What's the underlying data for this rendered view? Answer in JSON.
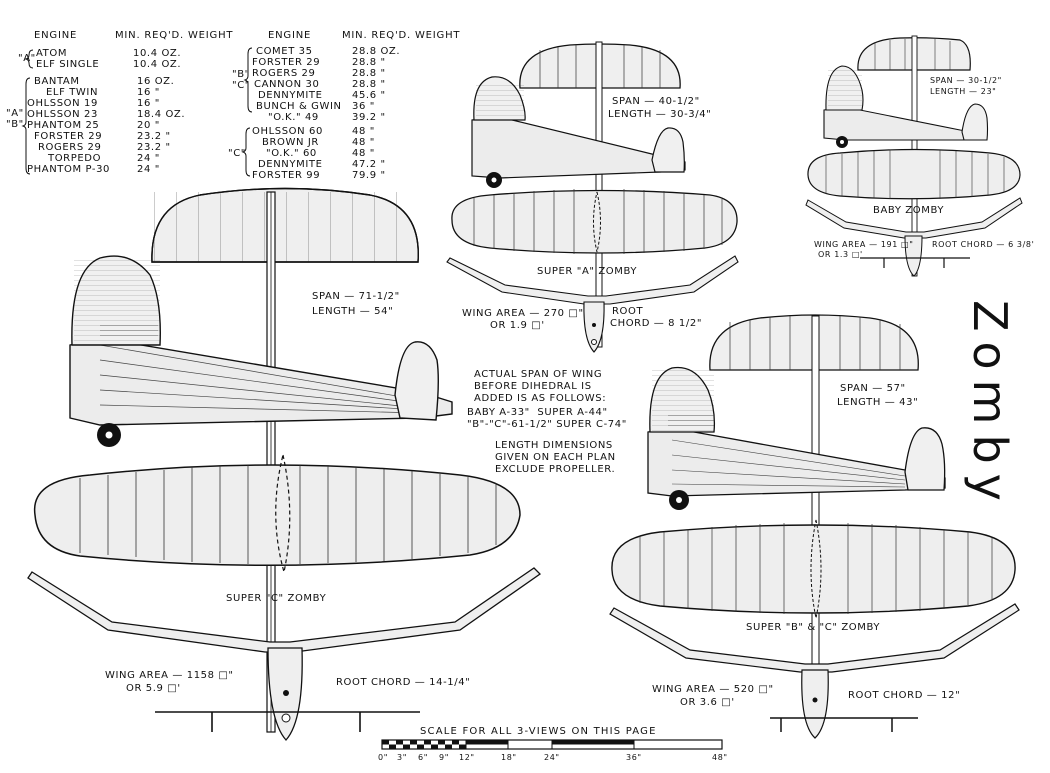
{
  "title": "Zomby",
  "engine_table": {
    "left": {
      "header_engine": "ENGINE",
      "header_req": "MIN. REQ'D. WEIGHT",
      "group_a_label": "\"A\"",
      "group_a": [
        {
          "engine": "ATOM",
          "weight": "10.4 OZ."
        },
        {
          "engine": "ELF SINGLE",
          "weight": "10.4 OZ."
        }
      ],
      "group_ab_label_1": "\"A\"",
      "group_ab_label_2": "\"B\"",
      "group_ab": [
        {
          "engine": "BANTAM",
          "weight": "16 OZ."
        },
        {
          "engine": "ELF TWIN",
          "weight": "16 \""
        },
        {
          "engine": "OHLSSON 19",
          "weight": "16 \""
        },
        {
          "engine": "OHLSSON 23",
          "weight": "18.4 OZ."
        },
        {
          "engine": "PHANTOM 25",
          "weight": "20 \""
        },
        {
          "engine": "FORSTER 29",
          "weight": "23.2 \""
        },
        {
          "engine": "ROGERS 29",
          "weight": "23.2 \""
        },
        {
          "engine": "TORPEDO",
          "weight": "24 \""
        },
        {
          "engine": "PHANTOM P-30",
          "weight": "24 \""
        }
      ]
    },
    "right": {
      "header_engine": "ENGINE",
      "header_req": "MIN. REQ'D. WEIGHT",
      "group_bc_label_1": "\"B\"",
      "group_bc_label_2": "\"C\"",
      "group_bc": [
        {
          "engine": "COMET 35",
          "weight": "28.8 OZ."
        },
        {
          "engine": "FORSTER 29",
          "weight": "28.8 \""
        },
        {
          "engine": "ROGERS 29",
          "weight": "28.8 \""
        },
        {
          "engine": "CANNON 30",
          "weight": "28.8 \""
        },
        {
          "engine": "DENNYMITE",
          "weight": "45.6 \""
        },
        {
          "engine": "BUNCH & GWIN",
          "weight": "36 \""
        },
        {
          "engine": "\"O.K.\" 49",
          "weight": "39.2 \""
        }
      ],
      "group_c_label": "\"C\"",
      "group_c": [
        {
          "engine": "OHLSSON 60",
          "weight": "48 \""
        },
        {
          "engine": "BROWN JR",
          "weight": "48 \""
        },
        {
          "engine": "\"O.K.\" 60",
          "weight": "48 \""
        },
        {
          "engine": "DENNYMITE",
          "weight": "47.2 \""
        },
        {
          "engine": "FORSTER 99",
          "weight": "79.9 \""
        }
      ]
    }
  },
  "super_c": {
    "name": "SUPER \"C\" ZOMBY",
    "span": "SPAN — 71-1/2\"",
    "length": "LENGTH — 54\"",
    "wing_area_1": "WING AREA — 1158 □\"",
    "wing_area_2": "OR 5.9 □'",
    "root_chord": "ROOT CHORD — 14-1/4\""
  },
  "super_a": {
    "name": "SUPER \"A\" ZOMBY",
    "span": "SPAN — 40-1/2\"",
    "length": "LENGTH — 30-3/4\"",
    "wing_area_1": "WING AREA — 270 □\"",
    "wing_area_2": "OR 1.9 □'",
    "root_chord_1": "ROOT",
    "root_chord_2": "CHORD — 8 1/2\""
  },
  "baby": {
    "name": "BABY ZOMBY",
    "span": "SPAN — 30-1/2\"",
    "length": "LENGTH — 23\"",
    "wing_area_1": "WING AREA — 191 □\"",
    "wing_area_2": "OR 1.3 □'",
    "root_chord": "ROOT CHORD — 6 3/8'"
  },
  "super_bc": {
    "name": "SUPER \"B\" & \"C\" ZOMBY",
    "span": "SPAN — 57\"",
    "length": "LENGTH — 43\"",
    "wing_area_1": "WING AREA — 520 □\"",
    "wing_area_2": "OR 3.6 □'",
    "root_chord": "ROOT CHORD — 12\""
  },
  "notes": {
    "line1": "ACTUAL SPAN OF WING",
    "line2": "BEFORE DIHEDRAL IS",
    "line3": "ADDED IS AS FOLLOWS:",
    "line4": "BABY A-33\"  SUPER A-44\"",
    "line5": "\"B\"-\"C\"-61-1/2\" SUPER C-74\"",
    "line6": "LENGTH DIMENSIONS",
    "line7": "GIVEN ON EACH PLAN",
    "line8": "EXCLUDE PROPELLER."
  },
  "scale": {
    "caption": "SCALE FOR ALL 3-VIEWS ON THIS PAGE",
    "ticks": [
      "0\"",
      "3\"",
      "6\"",
      "9\"",
      "12\"",
      "18\"",
      "24\"",
      "36\"",
      "48\""
    ]
  }
}
